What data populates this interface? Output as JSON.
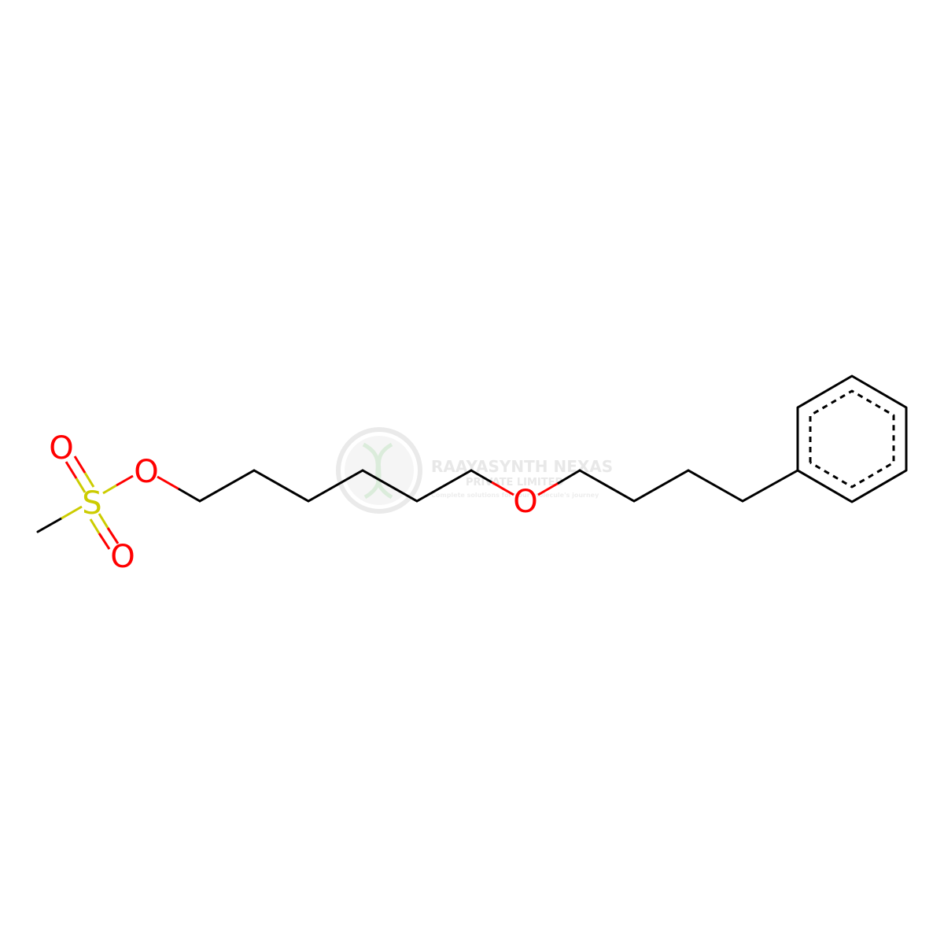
{
  "colors": {
    "bond": "#000000",
    "oxygen": "#ff0000",
    "sulfur": "#cccc00",
    "watermark": "#e6e6e6",
    "watermark_accent": "#d8ead8"
  },
  "atoms": {
    "o_top": "O",
    "o_bottom": "O",
    "s": "S",
    "o_ester": "O",
    "o_ether": "O"
  },
  "watermark": {
    "company": "RAAYASYNTH NEXAS",
    "subtitle": "PRIVATE LIMITED",
    "tagline": "Complete solutions for your molecule's journey",
    "icon": "dna-logo-icon"
  }
}
